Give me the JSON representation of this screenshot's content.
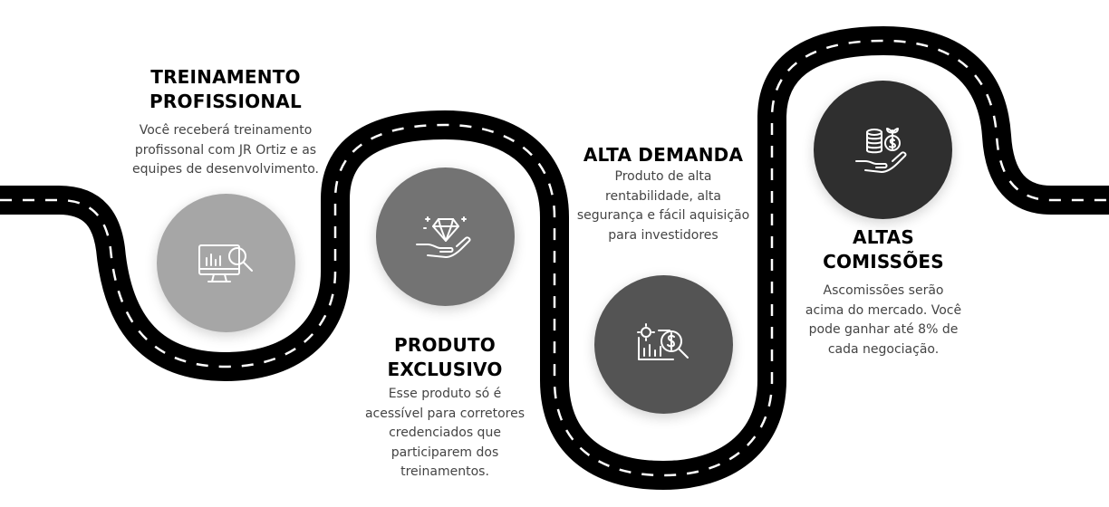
{
  "milestones": [
    {
      "title_line1": "TREINAMENTO",
      "title_line2": "PROFISSIONAL",
      "desc_lines": [
        "Você receberá treinamento",
        "profissonal com JR Ortiz e as",
        "equipes de desenvolvimento."
      ],
      "icon": "monitor-analytics-icon",
      "color": "#a6a6a6"
    },
    {
      "title_line1": "PRODUTO",
      "title_line2": "EXCLUSIVO",
      "desc_lines": [
        "Esse produto só é",
        "acessível para corretores",
        "credenciados que",
        "participarem dos",
        "treinamentos."
      ],
      "icon": "diamond-hand-icon",
      "color": "#737373"
    },
    {
      "title_line1": "ALTA DEMANDA",
      "title_line2": "",
      "desc_lines": [
        "Produto de alta",
        "rentabilidade, alta",
        "segurança e fácil aquisição",
        "para investidores"
      ],
      "icon": "financial-analysis-icon",
      "color": "#545454"
    },
    {
      "title_line1": "ALTAS",
      "title_line2": "COMISSÕES",
      "desc_lines": [
        "Ascomissões serão",
        "acima do mercado. Você",
        "pode ganhar até 8% de",
        "cada negociação."
      ],
      "icon": "coins-hand-icon",
      "color": "#2f2f2f"
    }
  ],
  "colors": {
    "road": "#000000",
    "road_dash": "#ffffff",
    "background": "#ffffff"
  }
}
